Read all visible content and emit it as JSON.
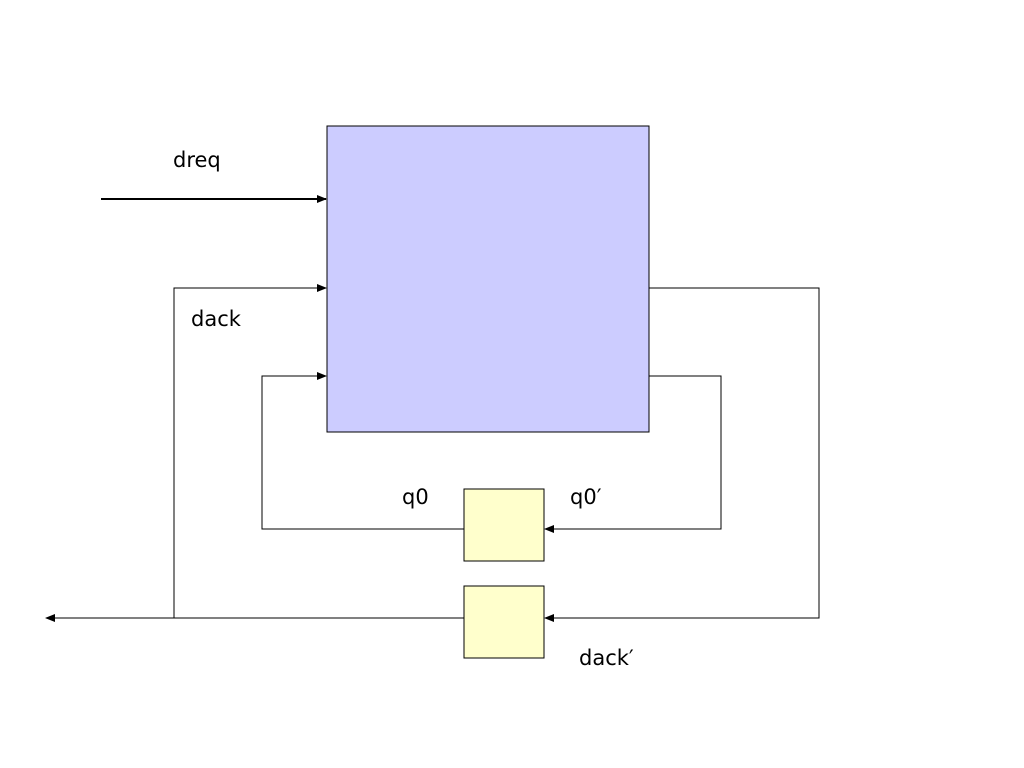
{
  "colors": {
    "logic_block_fill": "#ccccff",
    "register_fill": "#ffffcc",
    "line": "#000000",
    "background": "#ffffff"
  },
  "labels": {
    "dreq": "dreq",
    "dack": "dack",
    "q0": "q0",
    "q0_prime": "q0′",
    "dack_prime": "dack′"
  }
}
